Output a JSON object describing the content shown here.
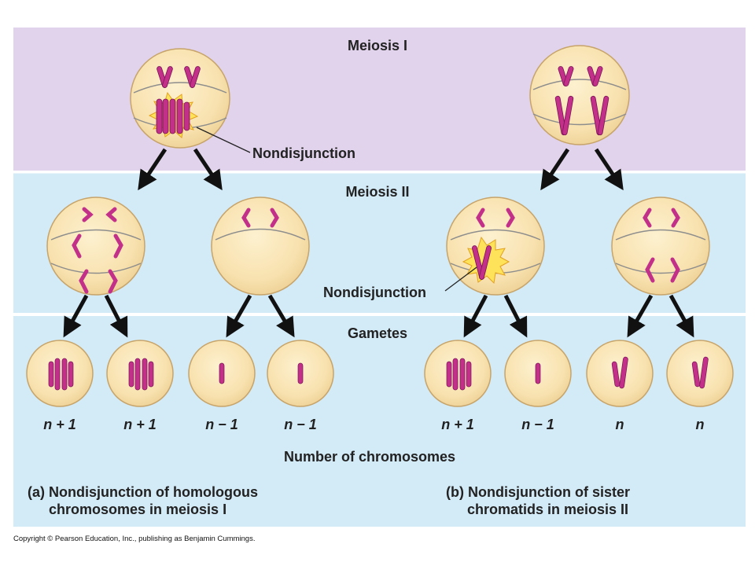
{
  "sections": {
    "meiosis1": "Meiosis I",
    "meiosis2": "Meiosis II",
    "gametes": "Gametes"
  },
  "labels": {
    "nondisjunction_a": "Nondisjunction",
    "nondisjunction_b": "Nondisjunction",
    "number_of_chromosomes": "Number of chromosomes"
  },
  "gamete_counts": [
    "n + 1",
    "n + 1",
    "n − 1",
    "n − 1",
    "n + 1",
    "n − 1",
    "n",
    "n"
  ],
  "captions": {
    "a_line1": "(a) Nondisjunction of homologous",
    "a_line2": "chromosomes in meiosis I",
    "b_line1": "(b) Nondisjunction of sister",
    "b_line2": "chromatids in meiosis II"
  },
  "copyright": "Copyright © Pearson Education, Inc., publishing as Benjamin Cummings.",
  "colors": {
    "meiosis1_band": "#e2d3ec",
    "meiosis2_band": "#d3eaf7",
    "gametes_band": "#d3eaf7",
    "cell_fill": "#f8e4b6",
    "cell_edge": "#c7a46a",
    "chromosome": "#c2308a",
    "burst": "#fde25a"
  }
}
